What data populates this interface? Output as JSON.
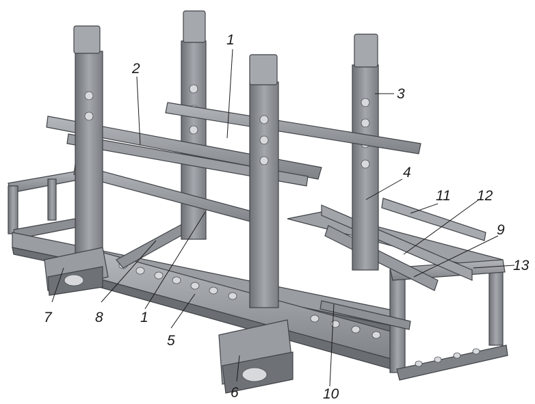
{
  "figure": {
    "background": "#ffffff",
    "metal_light": "#a9acb0",
    "metal_mid": "#8b8f94",
    "metal_dark": "#5f6368",
    "hole_color": "#d7d9dc",
    "callouts": [
      {
        "id": "c1a",
        "text": "1"
      },
      {
        "id": "c1b",
        "text": "1"
      },
      {
        "id": "c2",
        "text": "2"
      },
      {
        "id": "c3",
        "text": "3"
      },
      {
        "id": "c4",
        "text": "4"
      },
      {
        "id": "c5",
        "text": "5"
      },
      {
        "id": "c6",
        "text": "6"
      },
      {
        "id": "c7",
        "text": "7"
      },
      {
        "id": "c8",
        "text": "8"
      },
      {
        "id": "c9",
        "text": "9"
      },
      {
        "id": "c10",
        "text": "10"
      },
      {
        "id": "c11",
        "text": "11"
      },
      {
        "id": "c12",
        "text": "12"
      },
      {
        "id": "c13",
        "text": "13"
      }
    ]
  }
}
